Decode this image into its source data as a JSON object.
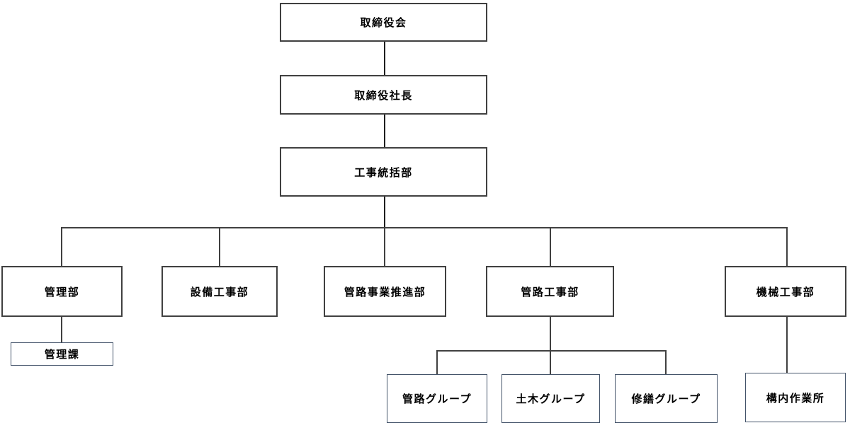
{
  "diagram": {
    "type": "org-chart",
    "nodes": {
      "board": {
        "label": "取締役会"
      },
      "president": {
        "label": "取締役社長"
      },
      "construction_hq": {
        "label": "工事統括部"
      },
      "admin_dept": {
        "label": "管理部"
      },
      "facility_dept": {
        "label": "設備工事部"
      },
      "pipeline_promo_dept": {
        "label": "管路事業推進部"
      },
      "pipeline_const_dept": {
        "label": "管路工事部"
      },
      "machinery_dept": {
        "label": "機械工事部"
      },
      "admin_section": {
        "label": "管理課"
      },
      "pipeline_group": {
        "label": "管路グループ"
      },
      "civil_group": {
        "label": "土木グループ"
      },
      "repair_group": {
        "label": "修繕グループ"
      },
      "onsite_office": {
        "label": "構内作業所"
      }
    },
    "edges": [
      {
        "from": "board",
        "to": "president"
      },
      {
        "from": "president",
        "to": "construction_hq"
      },
      {
        "from": "construction_hq",
        "to": "admin_dept"
      },
      {
        "from": "construction_hq",
        "to": "facility_dept"
      },
      {
        "from": "construction_hq",
        "to": "pipeline_promo_dept"
      },
      {
        "from": "construction_hq",
        "to": "pipeline_const_dept"
      },
      {
        "from": "construction_hq",
        "to": "machinery_dept"
      },
      {
        "from": "admin_dept",
        "to": "admin_section"
      },
      {
        "from": "pipeline_const_dept",
        "to": "pipeline_group"
      },
      {
        "from": "pipeline_const_dept",
        "to": "civil_group"
      },
      {
        "from": "pipeline_const_dept",
        "to": "repair_group"
      },
      {
        "from": "machinery_dept",
        "to": "onsite_office"
      }
    ],
    "colors": {
      "box_border": "#404040",
      "sub_box_border": "#44546a",
      "connector": "#404040",
      "trunk": "#1f1f1f",
      "background": "#ffffff",
      "text": "#000000"
    }
  }
}
